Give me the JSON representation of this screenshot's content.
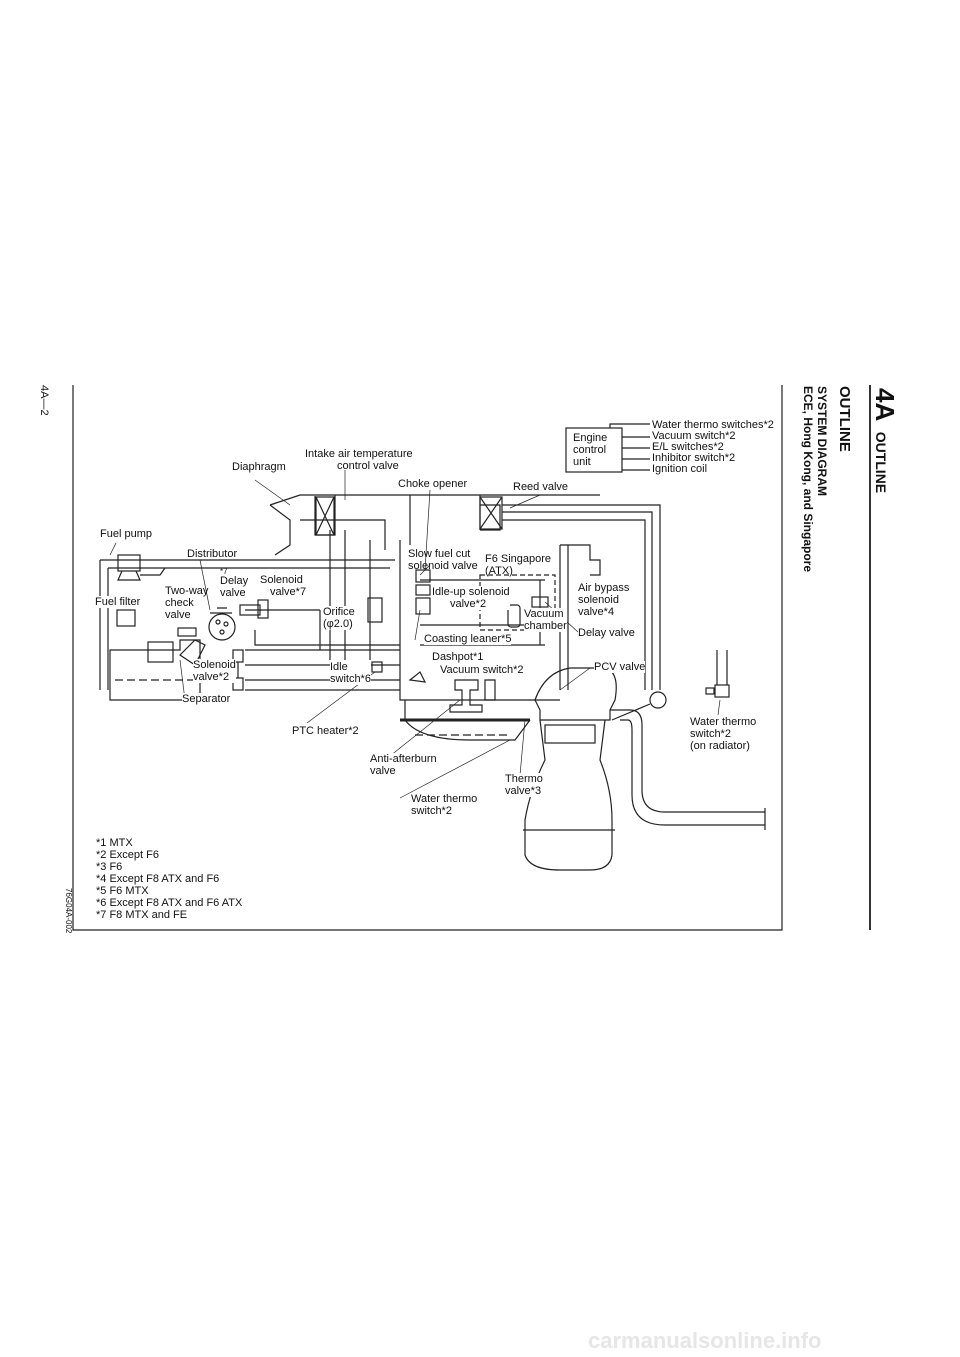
{
  "header": {
    "chapter": "4A",
    "chapter_title": "OUTLINE",
    "section": "OUTLINE",
    "subsection": "SYSTEM DIAGRAM",
    "region": "ECE, Hong Kong, and Singapore"
  },
  "page_number": "4A—2",
  "figure_id": "76G04A-002",
  "ecu": {
    "label_lines": [
      "Engine",
      "control",
      "unit"
    ],
    "inputs": [
      "Water thermo switches*2",
      "Vacuum switch*2",
      "E/L switches*2",
      "Inhibitor switch*2",
      "Ignition coil"
    ]
  },
  "labels": {
    "intake_air_temp": [
      "Intake air temperature",
      "control valve"
    ],
    "diaphragm": "Diaphragm",
    "choke_opener": "Choke opener",
    "reed_valve": "Reed valve",
    "fuel_pump": "Fuel pump",
    "distributor": "Distributor",
    "slow_fuel_cut": [
      "Slow fuel cut",
      "solenoid valve"
    ],
    "f6_singapore": [
      "F6 Singapore",
      "(ATX)"
    ],
    "delay_valve_7": [
      "*7",
      "Delay",
      "valve"
    ],
    "solenoid_valve_7": [
      "Solenoid",
      "valve*7"
    ],
    "two_way_check": [
      "Two-way",
      "check",
      "valve"
    ],
    "fuel_filter": "Fuel filter",
    "idle_up": [
      "Idle-up solenoid",
      "valve*2"
    ],
    "vacuum_chamber": [
      "Vacuum",
      "chamber"
    ],
    "air_bypass": [
      "Air bypass",
      "solenoid",
      "valve*4"
    ],
    "orifice": [
      "Orifice",
      "(φ2.0)"
    ],
    "coasting_leaner": "Coasting leaner*5",
    "delay_valve": "Delay valve",
    "dashpot": "Dashpot*1",
    "vacuum_switch": "Vacuum switch*2",
    "pcv_valve": "PCV valve",
    "solenoid_valve_2": [
      "Solenoid",
      "valve*2"
    ],
    "idle_switch": [
      "Idle",
      "switch*6"
    ],
    "separator": "Separator",
    "ptc_heater": "PTC heater*2",
    "water_thermo_radiator": [
      "Water thermo",
      "switch*2",
      "(on radiator)"
    ],
    "anti_afterburn": [
      "Anti-afterburn",
      "valve"
    ],
    "thermo_valve": [
      "Thermo",
      "valve*3"
    ],
    "water_thermo": [
      "Water thermo",
      "switch*2"
    ]
  },
  "footnotes": [
    "*1 MTX",
    "*2 Except F6",
    "*3 F6",
    "*4 Except F8 ATX and F6",
    "*5 F6 MTX",
    "*6 Except F8 ATX and F6 ATX",
    "*7 F8 MTX and FE"
  ],
  "watermark": "carmanualsonline.info"
}
